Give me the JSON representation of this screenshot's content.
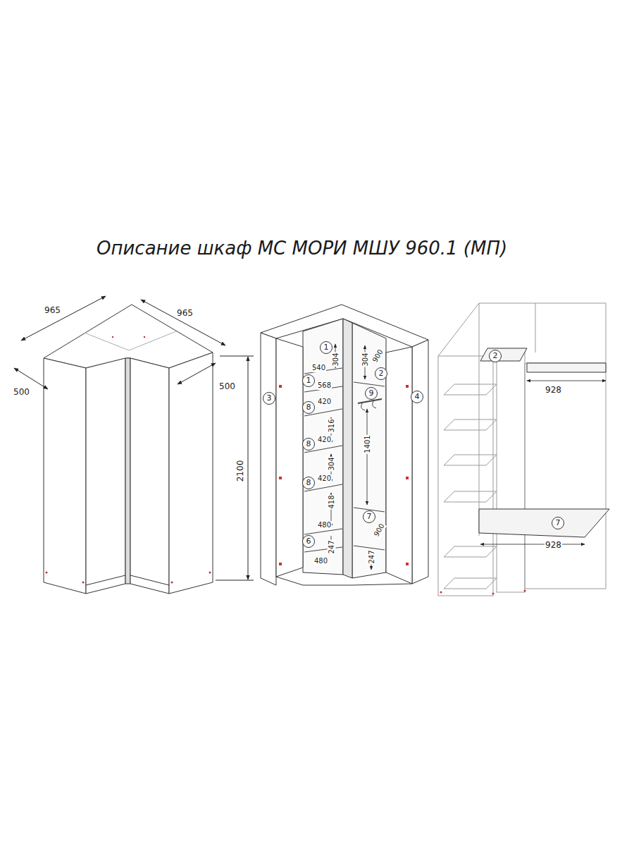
{
  "diagram": {
    "title": "Описание шкаф МС МОРИ МШУ 960.1 (МП)",
    "nodes": [
      {
        "text": [
          "3"
        ]
      },
      {
        "text": [
          "1"
        ]
      },
      {
        "text": [
          "1"
        ]
      },
      {
        "text": [
          "8"
        ]
      },
      {
        "text": [
          "8"
        ]
      },
      {
        "text": [
          "8"
        ]
      },
      {
        "text": [
          "6"
        ]
      },
      {
        "text": [
          "2"
        ]
      },
      {
        "text": [
          "9"
        ]
      },
      {
        "text": [
          "7"
        ]
      },
      {
        "text": [
          "4"
        ]
      },
      {
        "text": [
          "2"
        ]
      },
      {
        "text": [
          "7"
        ]
      }
    ],
    "labels": [
      "965",
      "965",
      "500",
      "500",
      "2100",
      "304",
      "540",
      "568",
      "420",
      "316",
      "420",
      "304",
      "420",
      "418",
      "480",
      "247",
      "480",
      "304",
      "900",
      "1401",
      "900",
      "247",
      "928",
      "928"
    ]
  }
}
